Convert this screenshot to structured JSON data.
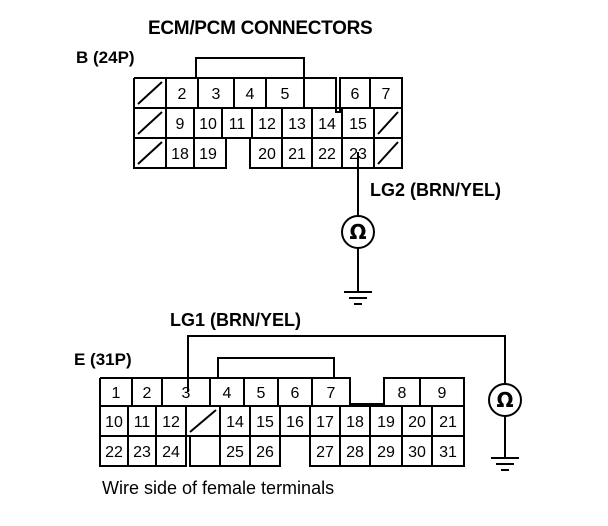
{
  "title": "ECM/PCM CONNECTORS",
  "connector_b": {
    "label": "B (24P)",
    "rows": [
      [
        "",
        "2",
        "3",
        "4",
        "5",
        "",
        "6",
        "7"
      ],
      [
        "",
        "9",
        "10",
        "11",
        "12",
        "13",
        "14",
        "15",
        ""
      ],
      [
        "",
        "18",
        "19",
        "",
        "20",
        "21",
        "22",
        "23",
        ""
      ]
    ]
  },
  "connector_e": {
    "label": "E (31P)",
    "rows": [
      [
        "1",
        "2",
        "3",
        "4",
        "5",
        "6",
        "7",
        "",
        "8",
        "9"
      ],
      [
        "10",
        "11",
        "12",
        "",
        "14",
        "15",
        "16",
        "17",
        "18",
        "19",
        "20",
        "21"
      ],
      [
        "22",
        "23",
        "24",
        "",
        "25",
        "26",
        "",
        "27",
        "28",
        "29",
        "30",
        "31"
      ]
    ]
  },
  "wire_lg2": "LG2 (BRN/YEL)",
  "wire_lg1": "LG1 (BRN/YEL)",
  "ohm_symbol": "Ω",
  "footer": "Wire side of female terminals"
}
